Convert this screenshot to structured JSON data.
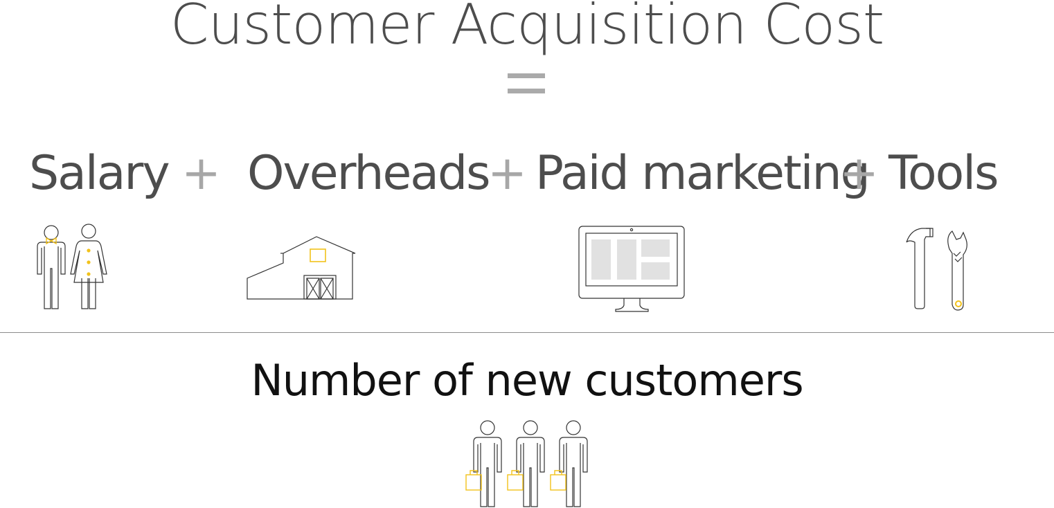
{
  "title": "Customer Acquisition Cost",
  "equals_icon": "equals-icon",
  "numerator": {
    "terms": [
      {
        "label": "Salary",
        "icon": "couple-icon"
      },
      {
        "label": "Overheads",
        "icon": "barn-icon"
      },
      {
        "label": "Paid marketing",
        "icon": "monitor-icon"
      },
      {
        "label": "Tools",
        "icon": "hammer-wrench-icon"
      }
    ],
    "operator": "+"
  },
  "denominator": {
    "label": "Number of new customers",
    "icon": "shoppers-icon"
  },
  "colors": {
    "text": "#4d4d4d",
    "operator": "#a7a7a7",
    "accent": "#f2c21b",
    "outline": "#333333"
  }
}
